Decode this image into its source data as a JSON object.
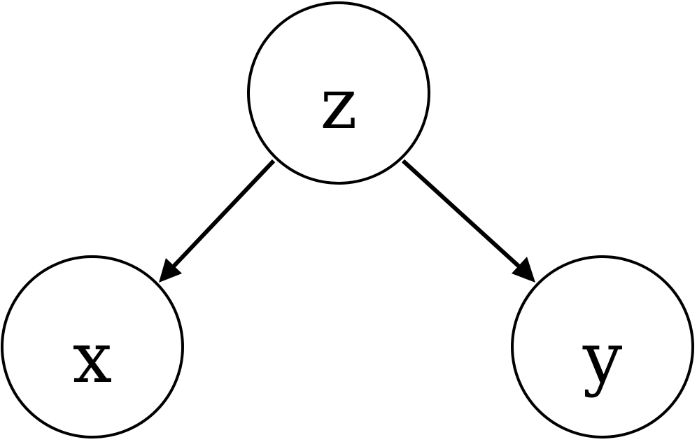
{
  "diagram": {
    "type": "directed-graph",
    "nodes": [
      {
        "id": "z",
        "label": "z"
      },
      {
        "id": "x",
        "label": "x"
      },
      {
        "id": "y",
        "label": "y"
      }
    ],
    "edges": [
      {
        "from": "z",
        "to": "x"
      },
      {
        "from": "z",
        "to": "y"
      }
    ],
    "colors": {
      "stroke": "#000000",
      "fill": "#ffffff"
    }
  }
}
